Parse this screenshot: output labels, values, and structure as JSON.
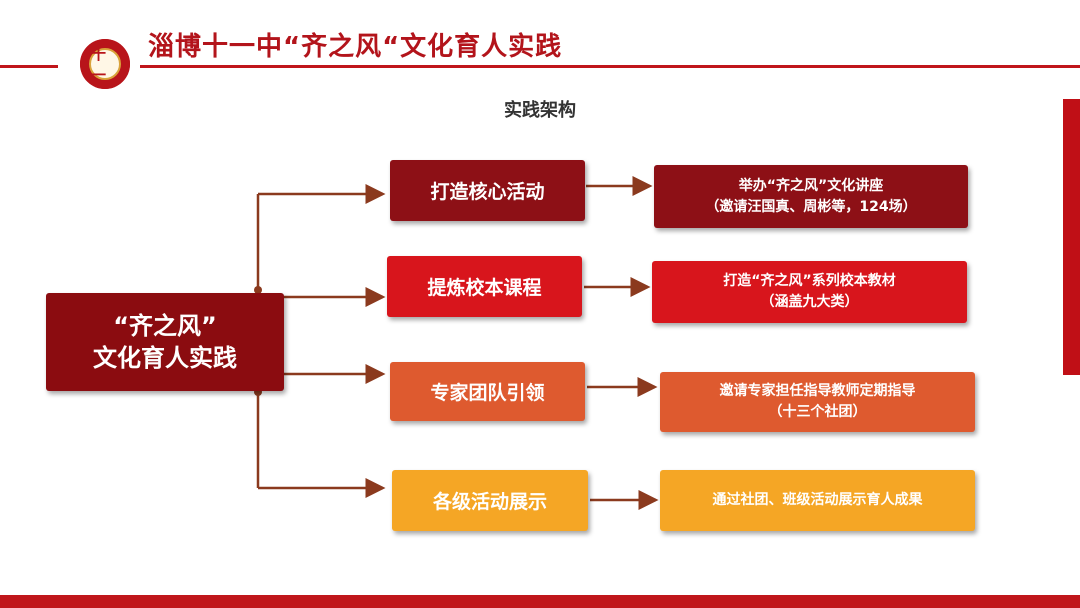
{
  "header": {
    "title": "淄博十一中“齐之风“文化育人实践",
    "logo_text": "十一"
  },
  "subtitle": "实践架构",
  "root": {
    "line1": "“齐之风”",
    "line2": "文化育人实践"
  },
  "branches": [
    {
      "label": "打造核心活动",
      "detail_line1": "举办“齐之风”文化讲座",
      "detail_line2": "（邀请汪国真、周彬等，124场）"
    },
    {
      "label": "提炼校本课程",
      "detail_line1": "打造“齐之风”系列校本教材",
      "detail_line2": "（涵盖九大类）"
    },
    {
      "label": "专家团队引领",
      "detail_line1": "邀请专家担任指导教师定期指导",
      "detail_line2": "（十三个社团）"
    },
    {
      "label": "各级活动展示",
      "detail_line1": "通过社团、班级活动展示育人成果",
      "detail_line2": ""
    }
  ],
  "colors": {
    "accent": "#c0161b",
    "connector": "#8b3a1e",
    "level1": "#8d1016",
    "level2": "#d8151c",
    "level3": "#de5a2f",
    "level4": "#f5a625"
  }
}
